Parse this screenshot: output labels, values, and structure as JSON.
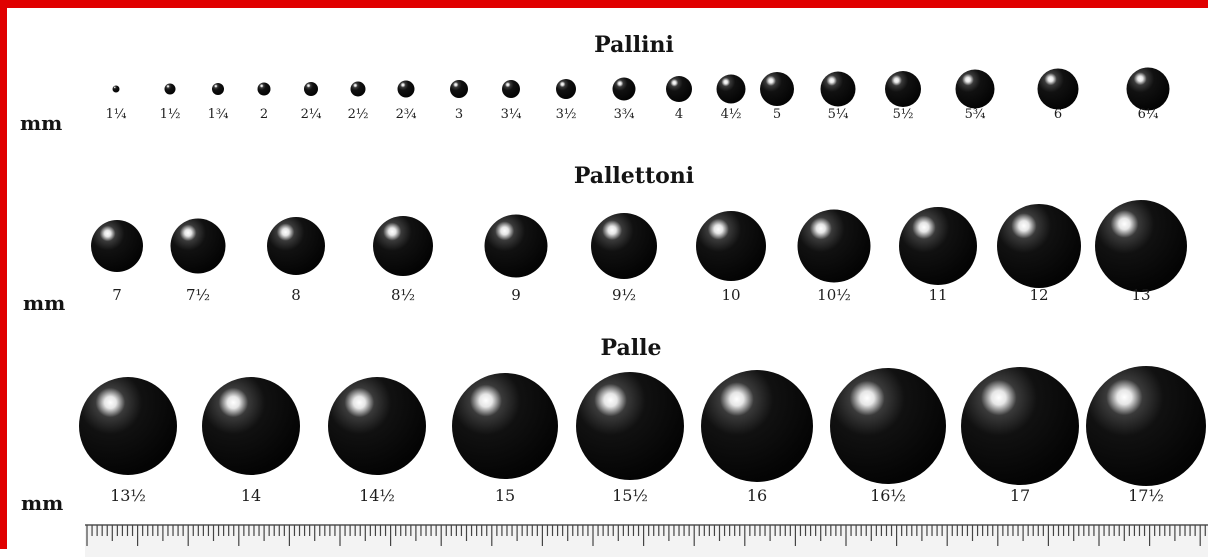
{
  "sections": {
    "pallini": {
      "title": "Pallini",
      "unit": "mm",
      "sizes": [
        "1¼",
        "1½",
        "1¾",
        "2",
        "2¼",
        "2½",
        "2¾",
        "3",
        "3¼",
        "3½",
        "3¾",
        "4",
        "4½",
        "5",
        "5¼",
        "5½",
        "5¾",
        "6",
        "6¼"
      ]
    },
    "pallettoni": {
      "title": "Pallettoni",
      "unit": "mm",
      "sizes": [
        "7",
        "7½",
        "8",
        "8½",
        "9",
        "9½",
        "10",
        "10½",
        "11",
        "12",
        "13"
      ]
    },
    "palle": {
      "title": "Palle",
      "unit": "mm",
      "sizes": [
        "13½",
        "14",
        "14½",
        "15",
        "15½",
        "16",
        "16½",
        "17",
        "17½"
      ]
    }
  },
  "colors": {
    "border": "#e00000",
    "ball": "#000000",
    "text": "#141414"
  }
}
